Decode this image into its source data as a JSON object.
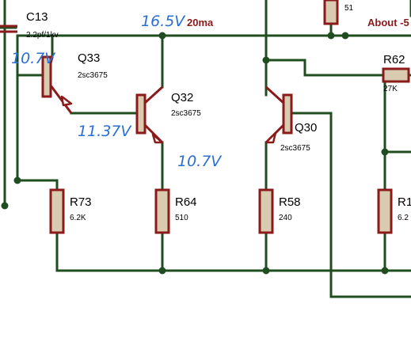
{
  "components": {
    "c13": {
      "ref": "C13",
      "value": "2.2pf/1kv"
    },
    "q33": {
      "ref": "Q33",
      "value": "2sc3675"
    },
    "q32": {
      "ref": "Q32",
      "value": "2sc3675"
    },
    "q30": {
      "ref": "Q30",
      "value": "2sc3675"
    },
    "r62": {
      "ref": "R62",
      "value": "27K"
    },
    "r73": {
      "ref": "R73",
      "value": "6.2K"
    },
    "r64": {
      "ref": "R64",
      "value": "510"
    },
    "r58": {
      "ref": "R58",
      "value": "240"
    },
    "r_partial": {
      "ref": "R1",
      "value": "6.2"
    },
    "top_resistor": {
      "value": "51"
    }
  },
  "annotations": {
    "current": "20ma",
    "about": "About -5",
    "v_top": "16.5V",
    "v_q33_base": "10.7V",
    "v_q32_base": "11.37V",
    "v_q32_emitter": "10.7V"
  },
  "colors": {
    "wire": "#1f4d1f",
    "component_outline": "#8b1a1a",
    "component_fill": "#d8cbb0",
    "handwriting": "#2a6fd6",
    "annotation": "#8b1a1a"
  }
}
